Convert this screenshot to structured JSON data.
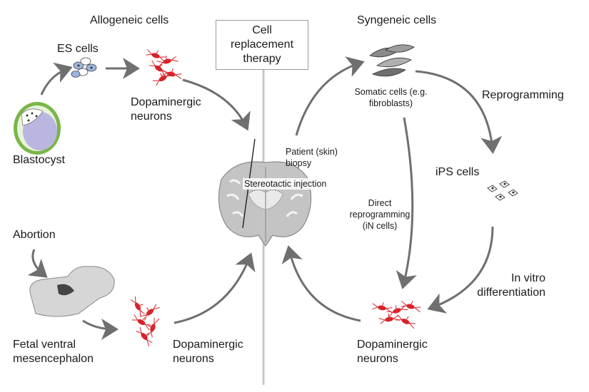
{
  "colors": {
    "arrow": "#6f6f6f",
    "neuron": "#d8232a",
    "brain": "#bdbdbd",
    "cell_outline": "#555555",
    "blastocyst_green": "#7ab648",
    "blastocyst_inner": "#b9b6e0",
    "es_cell_blue": "#9db4dd"
  },
  "left": {
    "heading": "Allogeneic cells",
    "es_cells": "ES cells",
    "blastocyst": "Blastocyst",
    "dopaminergic_top": "Dopaminergic neurons",
    "abortion": "Abortion",
    "fetal": "Fetal ventral mesencephalon",
    "dopaminergic_bottom": "Dopaminergic neurons"
  },
  "center": {
    "therapy": "Cell replacement therapy",
    "stereotactic": "Stereotactic injection",
    "patient_biopsy": "Patient (skin) biopsy"
  },
  "right": {
    "heading": "Syngeneic cells",
    "somatic": "Somatic cells (e.g. fibroblasts)",
    "reprogramming": "Reprogramming",
    "ips_cells": "iPS cells",
    "direct": "Direct reprogramming (iN cells)",
    "in_vitro": "In vitro differentiation",
    "dopaminergic": "Dopaminergic neurons"
  },
  "icons": [
    "blastocyst-icon",
    "es-cells-icon",
    "neuron-cluster-icon",
    "brain-section-icon",
    "fetal-brain-icon",
    "fibroblast-icon",
    "ips-cells-icon"
  ]
}
